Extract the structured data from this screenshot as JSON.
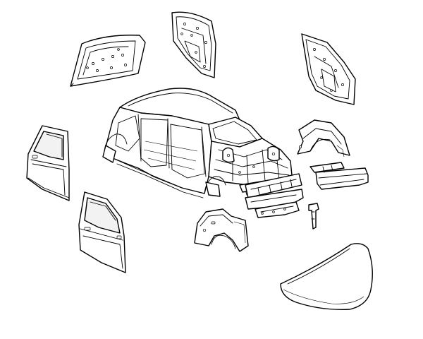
{
  "diagram": {
    "kind": "exploded-view",
    "line_color": "#000000",
    "background": "#ffffff",
    "parts": [
      {
        "id": "body-shell"
      },
      {
        "id": "left-rear-door"
      },
      {
        "id": "left-front-door"
      },
      {
        "id": "rear-door-inner-panel"
      },
      {
        "id": "front-door-inner-panel"
      },
      {
        "id": "right-door-inner-panel"
      },
      {
        "id": "right-front-fender"
      },
      {
        "id": "left-front-fender"
      },
      {
        "id": "front-bumper-beam"
      },
      {
        "id": "radiator-support"
      },
      {
        "id": "lower-crossmember"
      },
      {
        "id": "hood-latch-bracket"
      },
      {
        "id": "hood"
      }
    ]
  }
}
